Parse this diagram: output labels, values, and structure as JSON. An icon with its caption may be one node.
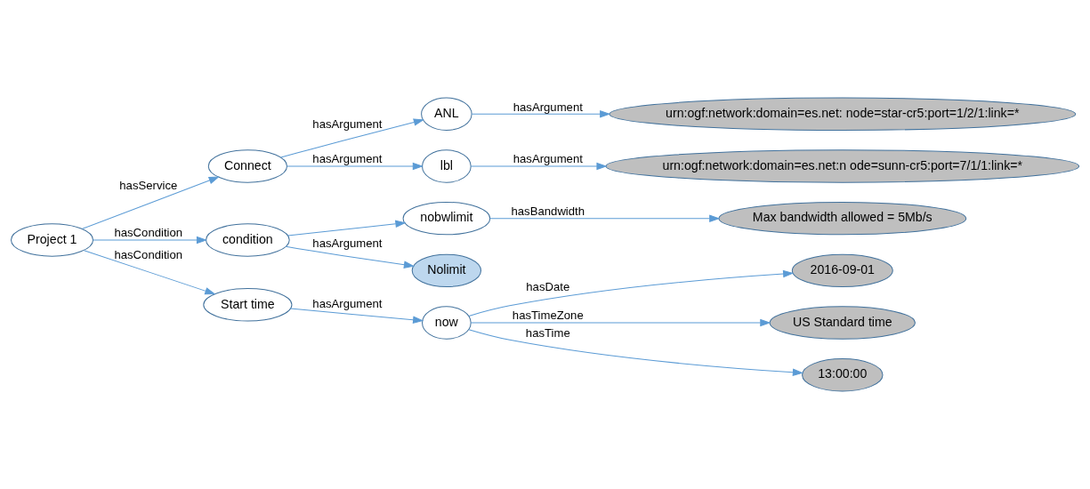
{
  "diagram": {
    "nodes": [
      {
        "text": [
          "Project 1"
        ]
      },
      {
        "text": [
          "Connect"
        ]
      },
      {
        "text": [
          "ANL"
        ]
      },
      {
        "text": [
          "urn:ogf:network:domain=es.net: node=star-cr5:port=1/2/1:link=*"
        ]
      },
      {
        "text": [
          "lbl"
        ]
      },
      {
        "text": [
          "urn:ogf:network:domain=es.net:n ode=sunn-cr5:port=7/1/1:link=*"
        ]
      },
      {
        "text": [
          "condition"
        ]
      },
      {
        "text": [
          "nobwlimit"
        ]
      },
      {
        "text": [
          "Max bandwidth allowed = 5Mb/s"
        ]
      },
      {
        "text": [
          "Nolimit"
        ]
      },
      {
        "text": [
          "Start time"
        ]
      },
      {
        "text": [
          "now"
        ]
      },
      {
        "text": [
          "2016-09-01"
        ]
      },
      {
        "text": [
          "US Standard time"
        ]
      },
      {
        "text": [
          "13:00:00"
        ]
      }
    ],
    "edges": [
      {
        "from": 0,
        "to": 1,
        "arrow": "to",
        "label": "hasService"
      },
      {
        "from": 1,
        "to": 2,
        "arrow": "to",
        "label": "hasArgument"
      },
      {
        "from": 2,
        "to": 3,
        "arrow": "to",
        "label": "hasArgument"
      },
      {
        "from": 1,
        "to": 4,
        "arrow": "to",
        "label": "hasArgument"
      },
      {
        "from": 4,
        "to": 5,
        "arrow": "to",
        "label": "hasArgument"
      },
      {
        "from": 0,
        "to": 6,
        "arrow": "to",
        "label": "hasCondition"
      },
      {
        "from": 6,
        "to": 7,
        "arrow": "to"
      },
      {
        "from": 7,
        "to": 8,
        "arrow": "to",
        "label": "hasBandwidth"
      },
      {
        "from": 6,
        "to": 9,
        "arrow": "to",
        "label": "hasArgument"
      },
      {
        "from": 0,
        "to": 10,
        "arrow": "to",
        "label": "hasCondition"
      },
      {
        "from": 10,
        "to": 11,
        "arrow": "to",
        "label": "hasArgument"
      },
      {
        "from": 11,
        "to": 12,
        "arrow": "to",
        "label": "hasDate"
      },
      {
        "from": 11,
        "to": 13,
        "arrow": "to",
        "label": "hasTimeZone"
      },
      {
        "from": 11,
        "to": 14,
        "arrow": "to",
        "label": "hasTime"
      }
    ]
  }
}
